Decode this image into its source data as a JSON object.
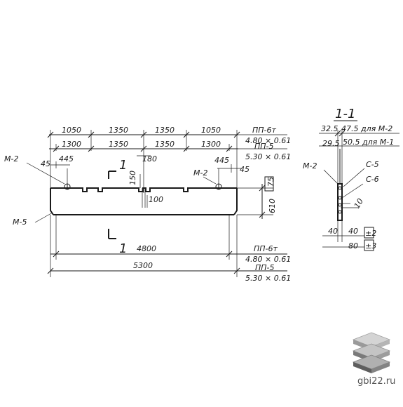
{
  "top_dims_row1": [
    "1050",
    "1350",
    "1350",
    "1050"
  ],
  "top_dims_row2": [
    "1300",
    "1350",
    "1350",
    "1300"
  ],
  "marks": {
    "pp6t": "ПП-6т",
    "pp6t_size": "4.80 × 0.61",
    "pp5": "ПП-5",
    "pp5_size": "5.30 × 0.61",
    "m2": "М-2",
    "m5": "М-5",
    "m1_label": "М-2"
  },
  "small_dims": {
    "d45_left": "45",
    "d445_left": "445",
    "d180": "180",
    "d150": "150",
    "d100": "100",
    "d445_right": "445",
    "d45_right": "45",
    "d610": "610",
    "d75": "75"
  },
  "section_mark": "1",
  "bottom_dims": {
    "d4800": "4800",
    "d5300": "5300"
  },
  "bottom_marks": {
    "pp6t": "ПП-6т",
    "pp6t_size": "4.80 × 0.61",
    "pp5": "ПП-5",
    "pp5_size": "5.30 × 0.61"
  },
  "section": {
    "title": "1-1",
    "row1_a": "32.5",
    "row1_b": "47.5 для М-2",
    "row2_a": "29.5",
    "row2_b": "50.5 для М-1",
    "m2": "М-2",
    "c5": "С-5",
    "c6": "С-6",
    "d10": "10",
    "d40a": "40",
    "d40b": "40",
    "d80": "80",
    "pm2": "±2",
    "pm3": "±3"
  },
  "brand": {
    "site": "gbi22.ru",
    "colors": [
      "#c9c9c9",
      "#8c8c8c",
      "#5e5e5e"
    ]
  }
}
